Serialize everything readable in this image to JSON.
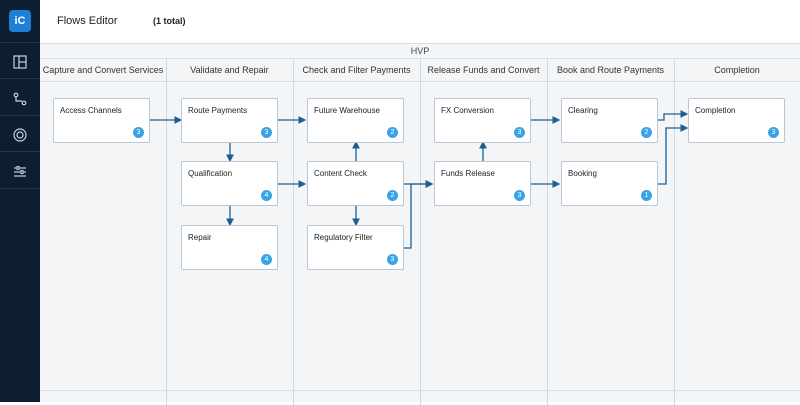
{
  "app": {
    "logo_text": "iC",
    "title": "Flows Editor",
    "total": "(1 total)"
  },
  "sidebar": {
    "icons": [
      "layout-icon",
      "flow-icon",
      "target-icon",
      "settings-list-icon"
    ]
  },
  "board": {
    "group_label": "HVP",
    "columns": [
      "Capture and Convert Services",
      "Validate and Repair",
      "Check and Filter Payments",
      "Release Funds and Convert",
      "Book and Route Payments",
      "Completion"
    ],
    "nodes": {
      "access_channels": {
        "label": "Access Channels",
        "badge": "3"
      },
      "route_payments": {
        "label": "Route Payments",
        "badge": "3"
      },
      "qualification": {
        "label": "Qualification",
        "badge": "4"
      },
      "repair": {
        "label": "Repair",
        "badge": "4"
      },
      "future_warehouse": {
        "label": "Future Warehouse",
        "badge": "2"
      },
      "content_check": {
        "label": "Content Check",
        "badge": "2"
      },
      "regulatory_filter": {
        "label": "Regulatory Filter",
        "badge": "3"
      },
      "fx_conversion": {
        "label": "FX Conversion",
        "badge": "3"
      },
      "funds_release": {
        "label": "Funds Release",
        "badge": "3"
      },
      "clearing": {
        "label": "Clearing",
        "badge": "2"
      },
      "booking": {
        "label": "Booking",
        "badge": "1"
      },
      "completion": {
        "label": "Completion",
        "badge": "3"
      }
    }
  },
  "colors": {
    "sidebar": "#0e1e31",
    "accent": "#1f7fd4",
    "badge": "#3aa3e8",
    "connector": "#1d5f93"
  }
}
